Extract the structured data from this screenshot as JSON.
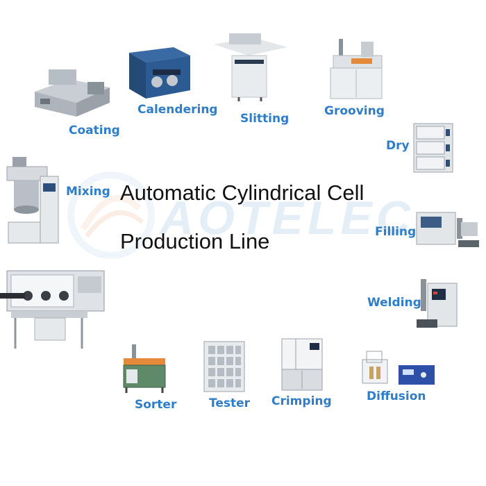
{
  "title": {
    "line1": "Automatic Cylindrical Cell",
    "line2": "Production Line"
  },
  "watermark": {
    "text": "AOTELEC"
  },
  "stations": {
    "coating": "Coating",
    "calendering": "Calendering",
    "slitting": "Slitting",
    "grooving": "Grooving",
    "dry": "Dry",
    "mixing": "Mixing",
    "filling": "Filling",
    "welding": "Welding",
    "diffusion": "Diffusion",
    "crimping": "Crimping",
    "tester": "Tester",
    "sorter": "Sorter"
  },
  "colors": {
    "label": "#2e7dc8",
    "title": "#111111",
    "watermark": "#6fa6d6",
    "machine_body": "#d9dde2",
    "machine_dark": "#2c4f7c"
  }
}
